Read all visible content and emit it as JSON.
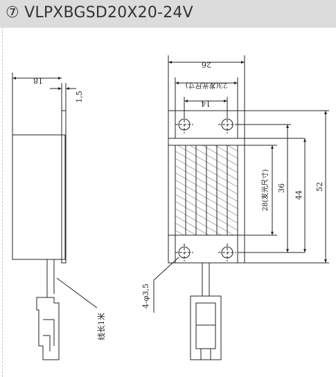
{
  "header": {
    "title": "⑦ VLPXBGSD20X20-24V"
  },
  "drawing": {
    "side_width": "18",
    "side_thickness": "1,5",
    "cable_note": "线长1米",
    "front_width": "26",
    "front_emit_width": "23(发光尺寸)",
    "hole_spacing_x": "14",
    "emit_height": "28(发光尺寸)",
    "hole_spacing_y": "36",
    "height_44": "44",
    "height_52": "52",
    "holes": "4-φ3,5"
  },
  "colors": {
    "header_bg": "#dcdcdc",
    "line": "#222222"
  }
}
